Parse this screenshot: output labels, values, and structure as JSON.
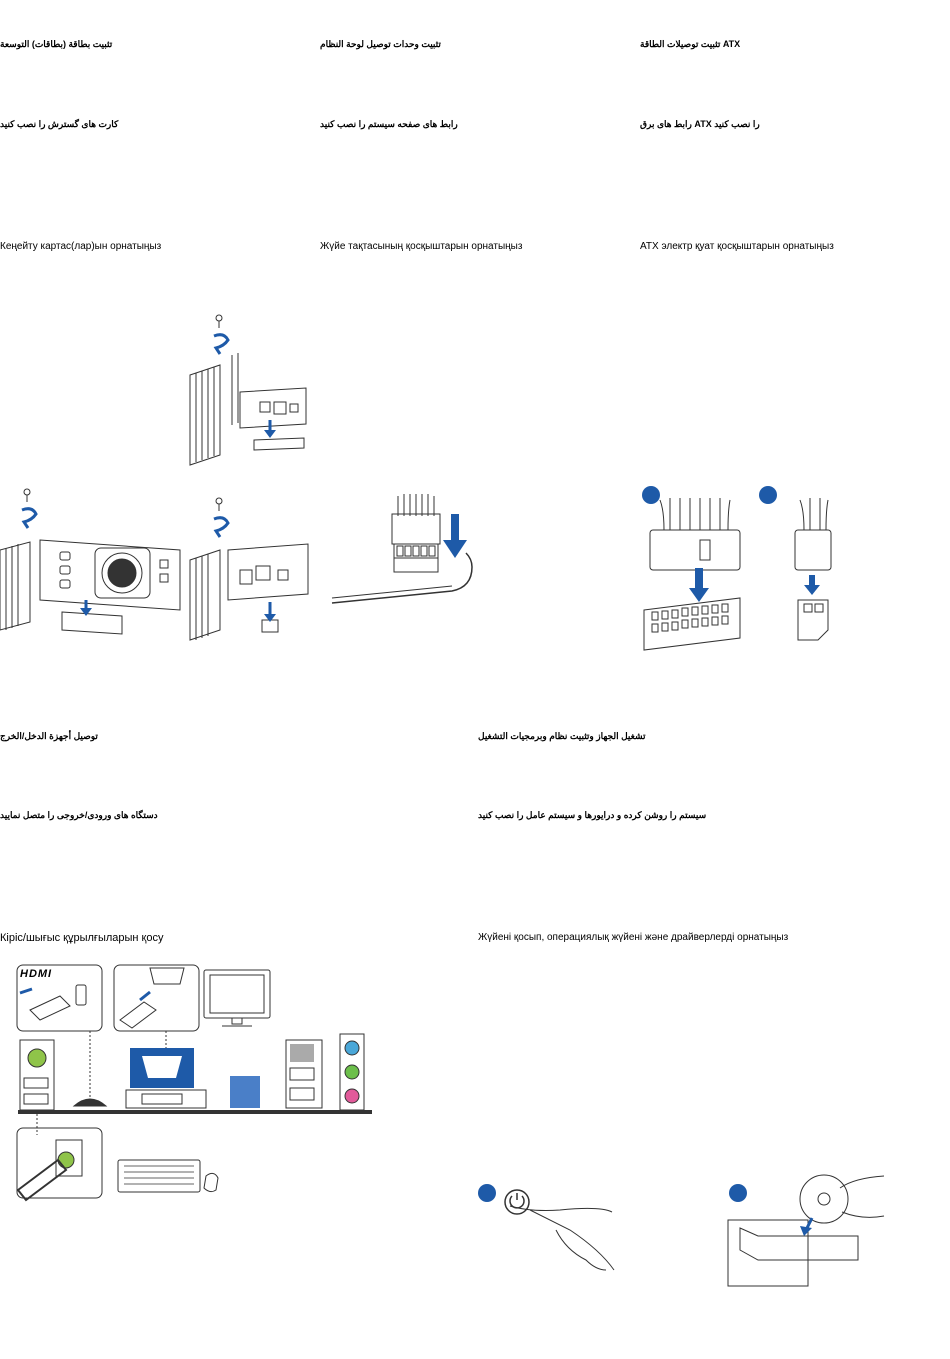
{
  "sections": {
    "expansion": {
      "ar": "تثبيت بطاقة (بطاقات) التوسعة",
      "fa": "کارت های گسترش را نصب کنید",
      "kk": "Кеңейту картас(лар)ын орнатыңыз"
    },
    "panel": {
      "ar": "تثبيت وحدات توصيل لوحة النظام",
      "fa": "رابط های صفحه سیستم را نصب کنید",
      "kk": "Жүйе тақтасының қосқыштарын орнатыңыз"
    },
    "atx": {
      "ar": "تثبيت توصيلات الطاقة ATX",
      "fa": "رابط های برق ATX را نصب کنید",
      "kk": "ATX электр қуат қосқыштарын орнатыңыз"
    },
    "io": {
      "ar": "توصيل أجهزة الدخل/الخرج",
      "fa": "دستگاه های ورودی/خروجی را متصل نمایید",
      "kk": "Кіріс/шығыс құрылғыларын қосу"
    },
    "power_on": {
      "ar": "تشغيل الجهاز وتثبيت نظام وبرمجيات التشغيل",
      "fa": "سیستم را روشن کرده و درایورها و سیستم عامل را نصب کنید",
      "kk": "Жүйені қосып, операциялық жүйені және драйверлерді орнатыңыз"
    }
  },
  "figure_labels": {
    "hdmi": "HDMI"
  },
  "colors": {
    "accent_blue": "#1e5aa8",
    "line": "#333333",
    "ps2_green": "#8fc449",
    "audio_blue": "#4aa7d8",
    "audio_green": "#6cbf4b",
    "audio_pink": "#e25a9a"
  }
}
